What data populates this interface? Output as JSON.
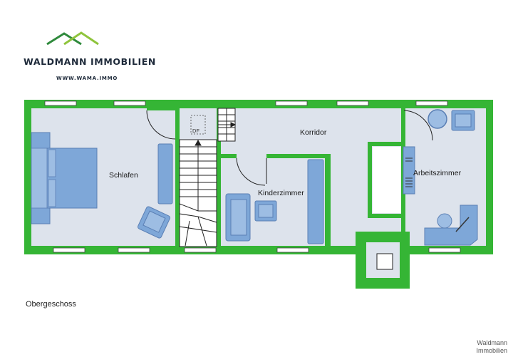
{
  "brand": {
    "name": "WALDMANN IMMOBILIEN",
    "url": "WWW.WAMA.IMMO",
    "logo_icon": "mountain-roof-icon",
    "colors": {
      "dark_green": "#3b8f3a",
      "light_green": "#8fc43c"
    }
  },
  "floor": {
    "name": "Obergeschoss"
  },
  "rooms": {
    "schlafen": "Schlafen",
    "korridor": "Korridor",
    "kinderzimmer": "Kinderzimmer",
    "arbeitszimmer": "Arbeitszimmer"
  },
  "markers": {
    "dormer": "DF"
  },
  "watermark": {
    "line1": "Waldmann",
    "line2": "Immobilien"
  },
  "colors": {
    "wall": "#33b833",
    "floor": "#dde3ec",
    "furniture": "#7ea7d8",
    "furniture_edge": "#5a7fb4"
  }
}
